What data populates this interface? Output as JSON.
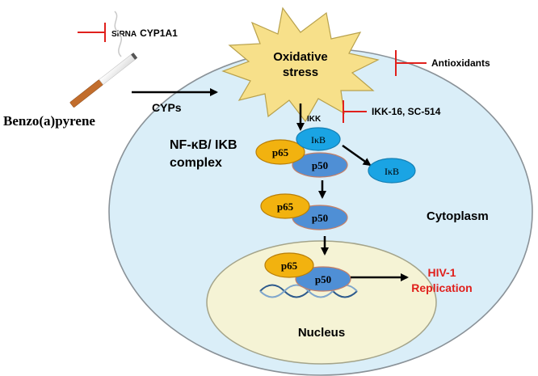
{
  "inhibitors": {
    "sirna": {
      "prefix": "SiRNA",
      "target": "CYP1A1"
    },
    "antioxidants": "Antioxidants",
    "ikk_inhibitors": "IKK-16, SC-514"
  },
  "source": {
    "compound": "Benzo(a)pyrene",
    "enzyme": "CYPs"
  },
  "stress": {
    "line1": "Oxidative",
    "line2": "stress"
  },
  "kinase": "IKK",
  "complex_label": {
    "line1": "NF-κB/ IKB",
    "line2": "complex"
  },
  "proteins": {
    "p65": "p65",
    "p50": "p50",
    "ikb": "IκB"
  },
  "compartments": {
    "cytoplasm": "Cytoplasm",
    "nucleus": "Nucleus"
  },
  "outcome": {
    "line1": "HIV-1",
    "line2": "Replication"
  },
  "colors": {
    "cell_fill": "#daeef8",
    "cell_stroke": "#8a9298",
    "nucleus_fill": "#f5f3d5",
    "nucleus_stroke": "#a4a48a",
    "star_fill": "#f7e08a",
    "star_stroke": "#b8a14c",
    "p65_fill": "#f2b20f",
    "p65_stroke": "#b87e08",
    "p50_fill": "#4f8fd5",
    "p50_stroke": "#c67f66",
    "ikb_fill": "#1aa4e4",
    "ikb_stroke": "#157fb3",
    "inhibitor": "#e0201c",
    "hiv_text": "#e0201c",
    "dna_strand_a": "#2d5a8c",
    "dna_strand_b": "#7fa6cc"
  }
}
